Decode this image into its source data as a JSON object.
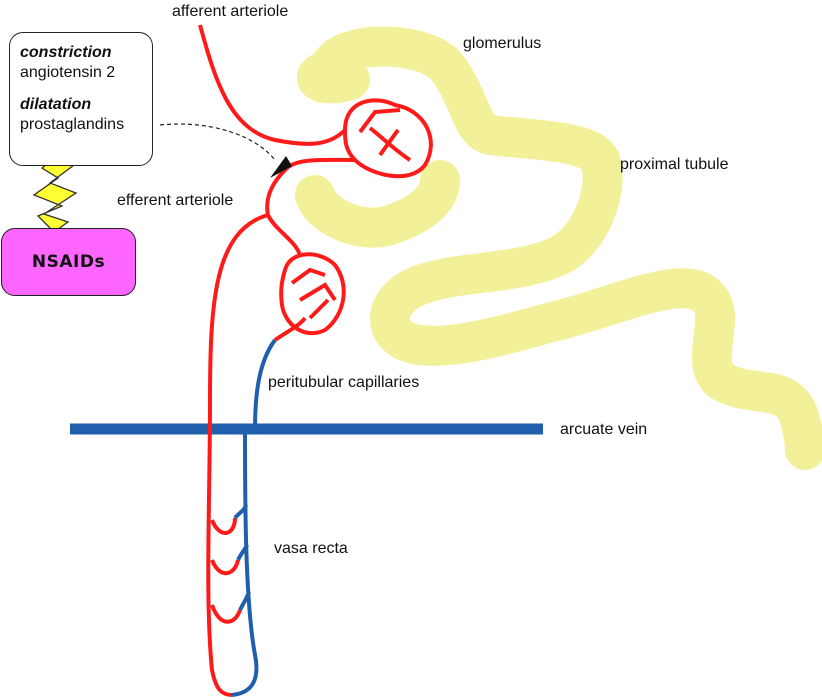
{
  "labels": {
    "afferent_arteriole": "afferent arteriole",
    "glomerulus": "glomerulus",
    "proximal_tubule": "proximal tubule",
    "efferent_arteriole": "efferent arteriole",
    "peritubular_capillaries": "peritubular capillaries",
    "arcuate_vein": "arcuate vein",
    "vasa_recta": "vasa recta"
  },
  "info_box": {
    "constriction_heading": "constriction",
    "constriction_agent": "angiotensin 2",
    "dilatation_heading": "dilatation",
    "dilatation_agent": "prostaglandins"
  },
  "nsaids": {
    "label": "NSAIDs"
  },
  "colors": {
    "arterial": "#ff1a1a",
    "venous": "#1f5fab",
    "tubule": "#f3f09a",
    "nsaids_fill": "#ff66ff",
    "bolt_fill": "#ffff33"
  }
}
